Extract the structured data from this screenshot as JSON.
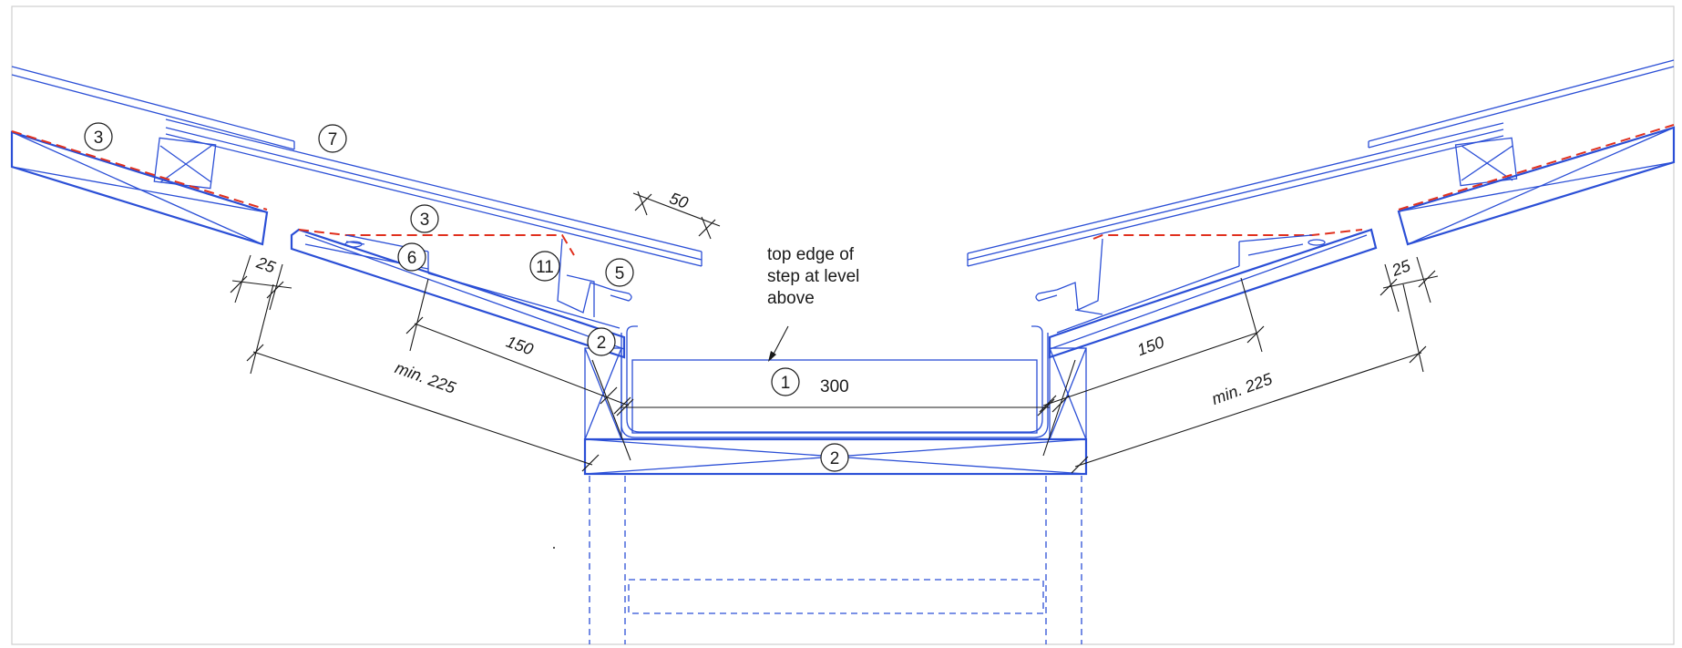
{
  "diagram": {
    "callouts": {
      "c1": "1",
      "c2": "2",
      "c3": "3",
      "c5": "5",
      "c6": "6",
      "c7": "7",
      "c11": "11"
    },
    "dimensions": {
      "gap_width": "300",
      "overlap": "50",
      "clearance": "25",
      "upstand": "150",
      "min_lap": "min. 225"
    },
    "note": {
      "line1": "top edge of",
      "line2": "step at level",
      "line3": "above"
    }
  },
  "colors": {
    "drawing_lines": "#2b4fd6",
    "membrane": "#e0301e",
    "annotation": "#1a1a1a"
  }
}
